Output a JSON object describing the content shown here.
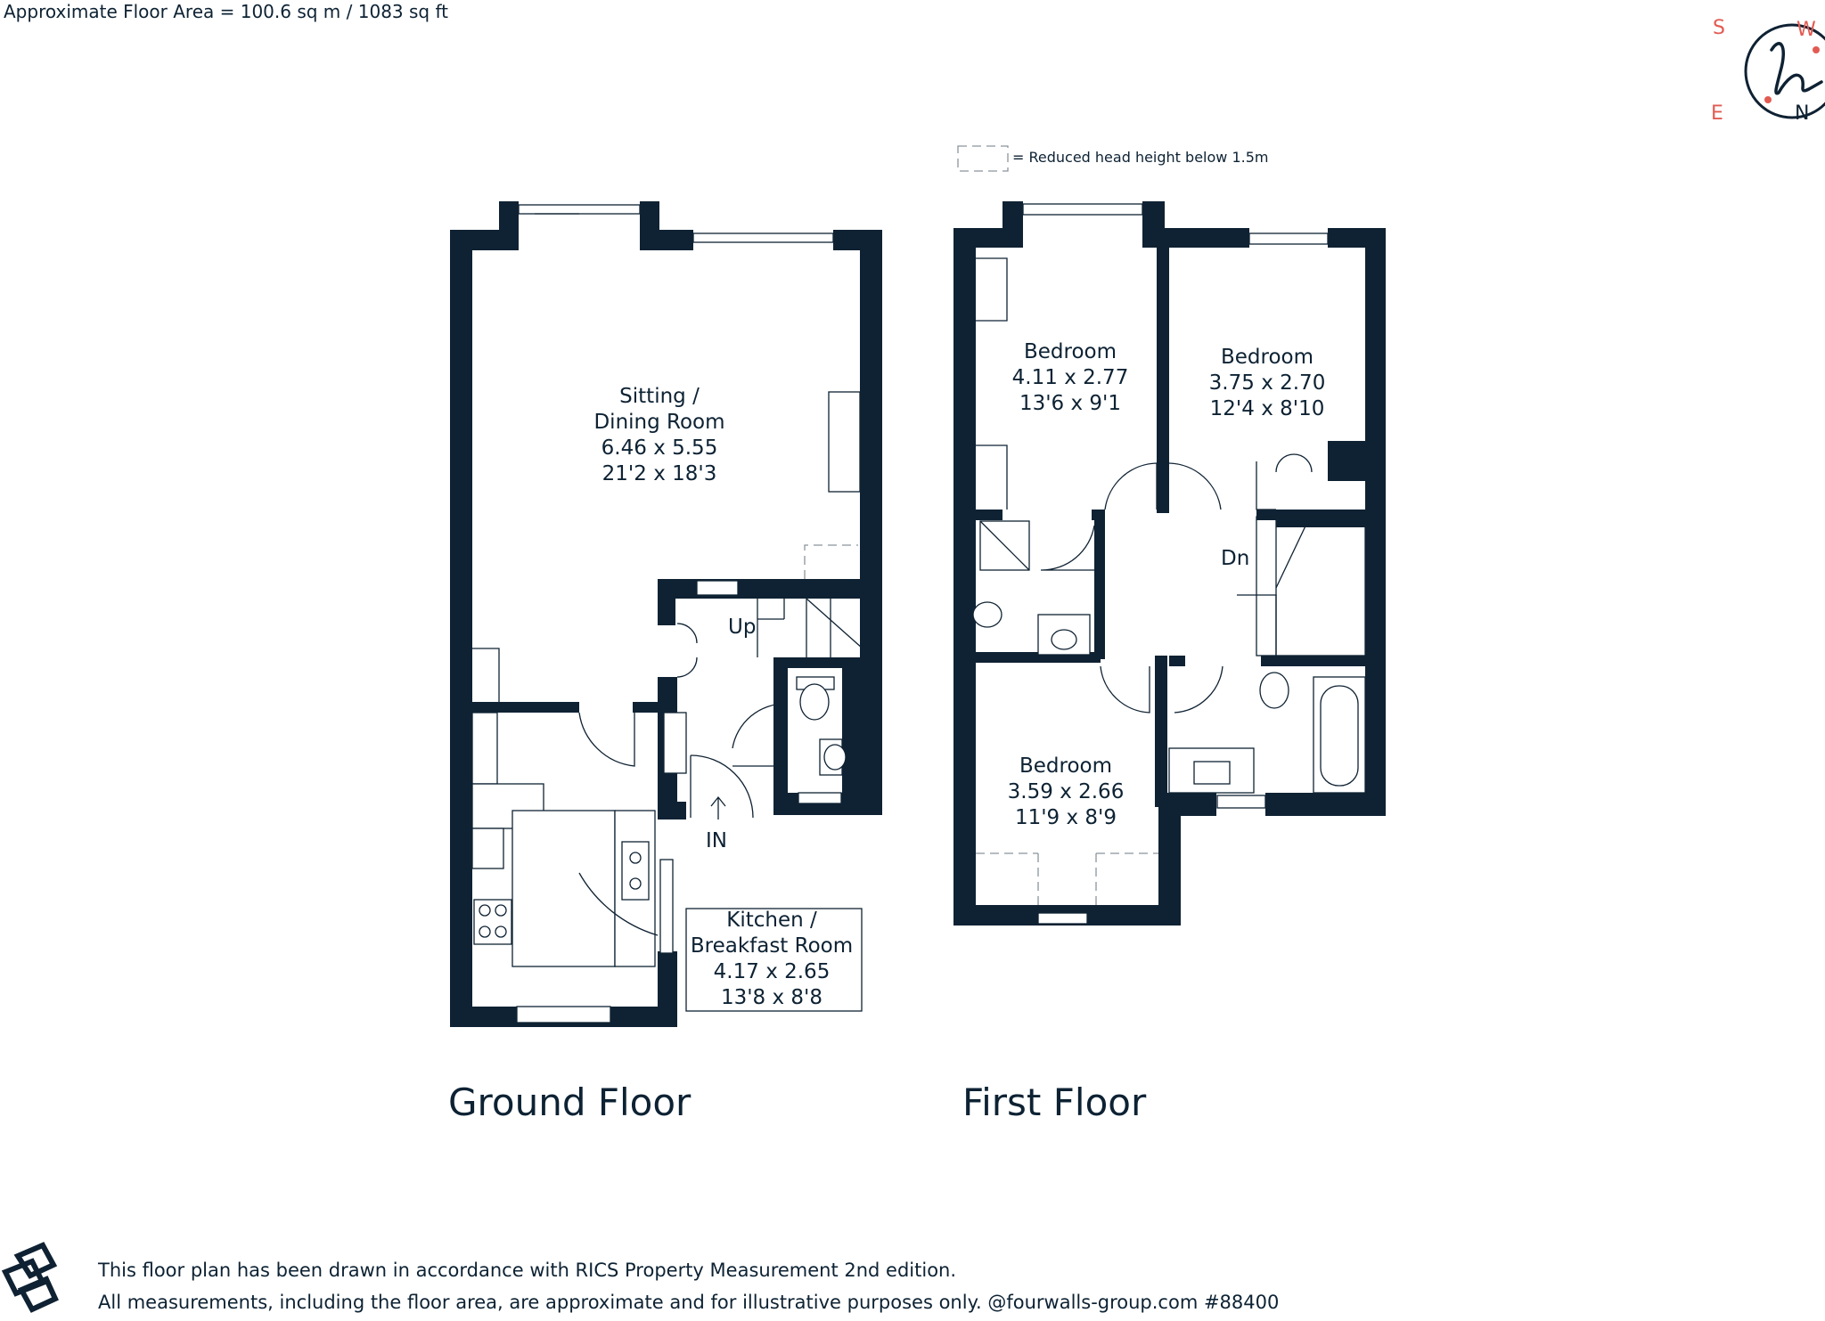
{
  "header": {
    "floor_area": "Approximate Floor Area = 100.6 sq m / 1083 sq ft"
  },
  "legend": {
    "reduced_head_height": "= Reduced head height below 1.5m"
  },
  "compass": {
    "s": "S",
    "w": "W",
    "e": "E",
    "n": "N",
    "logo_letter": "h",
    "color": "#e25b52"
  },
  "ground_floor": {
    "title": "Ground Floor",
    "sitting": [
      "Sitting /",
      "Dining Room",
      "6.46 x 5.55",
      "21'2 x 18'3"
    ],
    "kitchen": [
      "Kitchen /",
      "Breakfast Room",
      "4.17 x 2.65",
      "13'8 x 8'8"
    ],
    "up_label": "Up",
    "in_label": "IN"
  },
  "first_floor": {
    "title": "First Floor",
    "bedroom1": [
      "Bedroom",
      "4.11 x 2.77",
      "13'6 x 9'1"
    ],
    "bedroom2": [
      "Bedroom",
      "3.75 x 2.70",
      "12'4 x 8'10"
    ],
    "bedroom3": [
      "Bedroom",
      "3.59 x 2.66",
      "11'9 x 8'9"
    ],
    "dn_label": "Dn"
  },
  "footer": {
    "line1": "This floor plan has been drawn in accordance with RICS Property Measurement 2nd edition.",
    "line2": "All measurements, including the floor area, are approximate and for illustrative purposes only. @fourwalls-group.com #88400"
  },
  "colors": {
    "wall": "#0f2233",
    "text": "#0d2233",
    "accent": "#e25b52"
  }
}
